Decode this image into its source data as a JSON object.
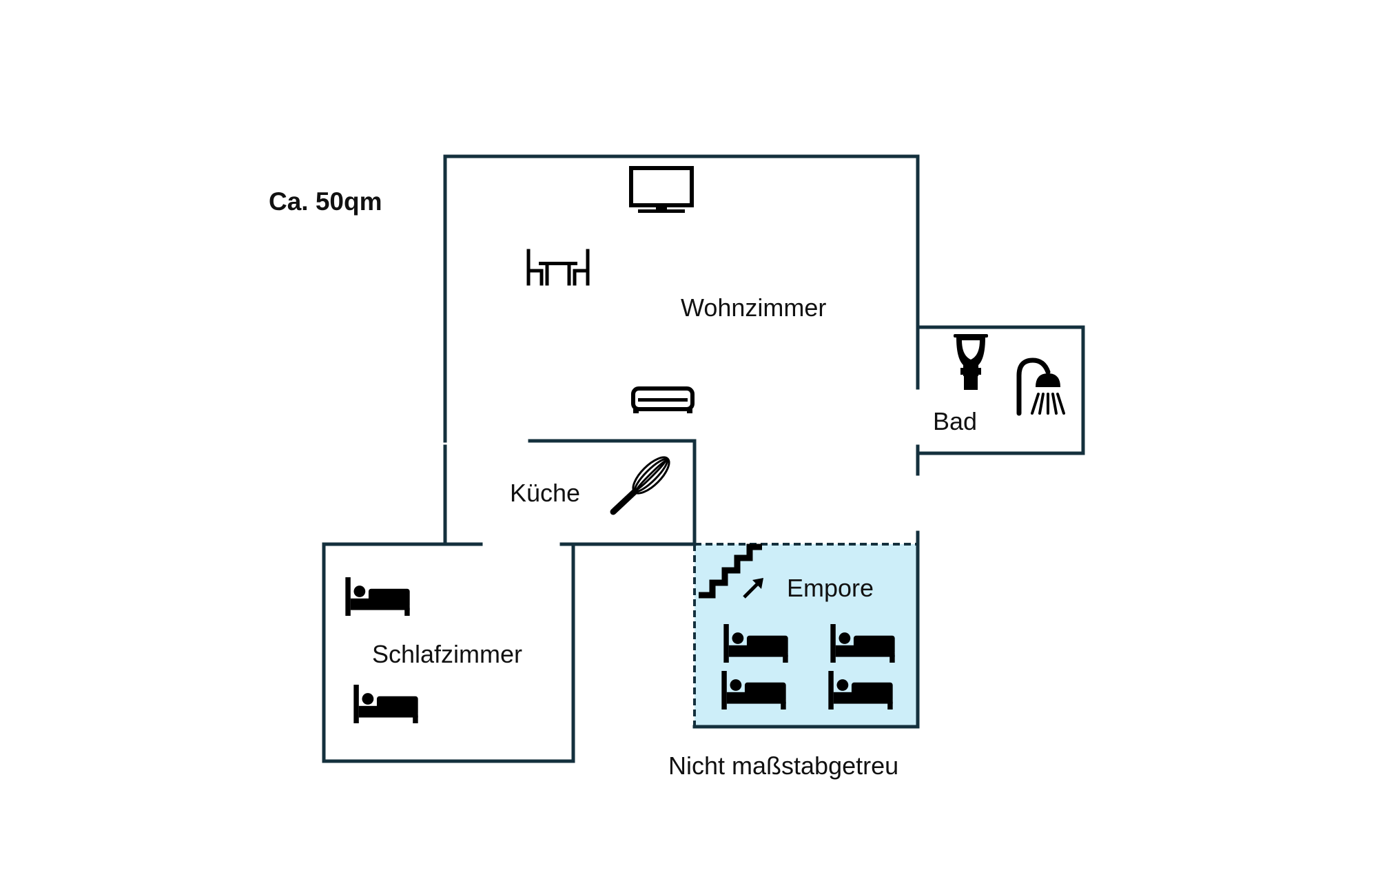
{
  "plan": {
    "area_label": "Ca. 50qm",
    "scale_note": "Nicht maßstabgetreu",
    "empore_fill": "#cdeef9",
    "wall_color": "#14303d",
    "rooms": {
      "wohnzimmer": "Wohnzimmer",
      "bad": "Bad",
      "kueche": "Küche",
      "empore": "Empore",
      "schlafzimmer": "Schlafzimmer"
    },
    "icons": [
      "tv-icon",
      "dining-table-icon",
      "sofa-icon",
      "toilet-icon",
      "shower-icon",
      "whisk-icon",
      "stairs-up-icon",
      "bed-icon"
    ]
  }
}
